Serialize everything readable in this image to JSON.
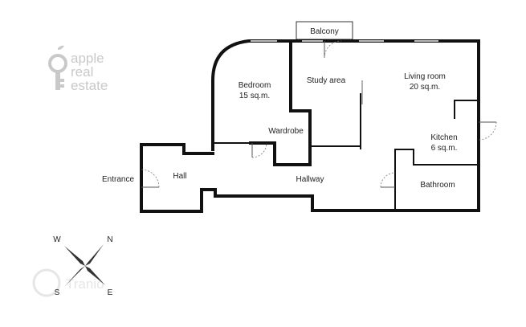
{
  "logo": {
    "line1": "apple",
    "line2": "real",
    "line3": "estate",
    "color": "#c9c9c9"
  },
  "rooms": {
    "balcony": "Balcony",
    "bedroom": "Bedroom",
    "bedroom_area": "15 sq.m.",
    "study": "Study area",
    "living": "Living room",
    "living_area": "20 sq.m.",
    "wardrobe": "Wardrobe",
    "kitchen": "Kitchen",
    "kitchen_area": "6 sq.m.",
    "entrance": "Entrance",
    "hall": "Hall",
    "hallway": "Hallway",
    "bathroom": "Bathroom"
  },
  "compass": {
    "w": "W",
    "n": "N",
    "s": "S",
    "e": "E"
  },
  "watermark": "Tranio",
  "colors": {
    "wall": "#111111",
    "window": "#bdbdbd",
    "text": "#222222"
  }
}
